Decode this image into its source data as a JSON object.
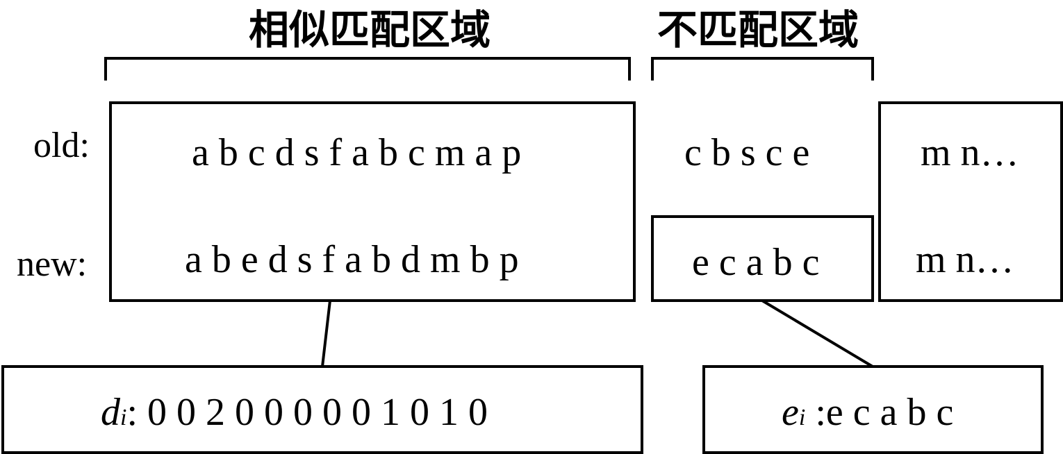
{
  "headers": {
    "similar_region": "相似匹配区域",
    "mismatch_region": "不匹配区域"
  },
  "row_labels": {
    "old": "old:",
    "new": "new:"
  },
  "similar_block": {
    "old_seq": "a b c d s f a b c m a p",
    "new_seq": "a b e d s f a b d m b p"
  },
  "mismatch_block": {
    "old_seq": "c b s c e",
    "new_seq": "e c a b c"
  },
  "rest_block": {
    "old_seq": "m n…",
    "new_seq": "m n…"
  },
  "diff_output": {
    "symbol": "d",
    "subscript": "i",
    "separator": ":",
    "values": "0 0 2 0 0 0 0 0 1 0 1 0"
  },
  "extra_output": {
    "symbol": "e",
    "subscript": "i",
    "separator": " :",
    "values": "e c a b c"
  }
}
